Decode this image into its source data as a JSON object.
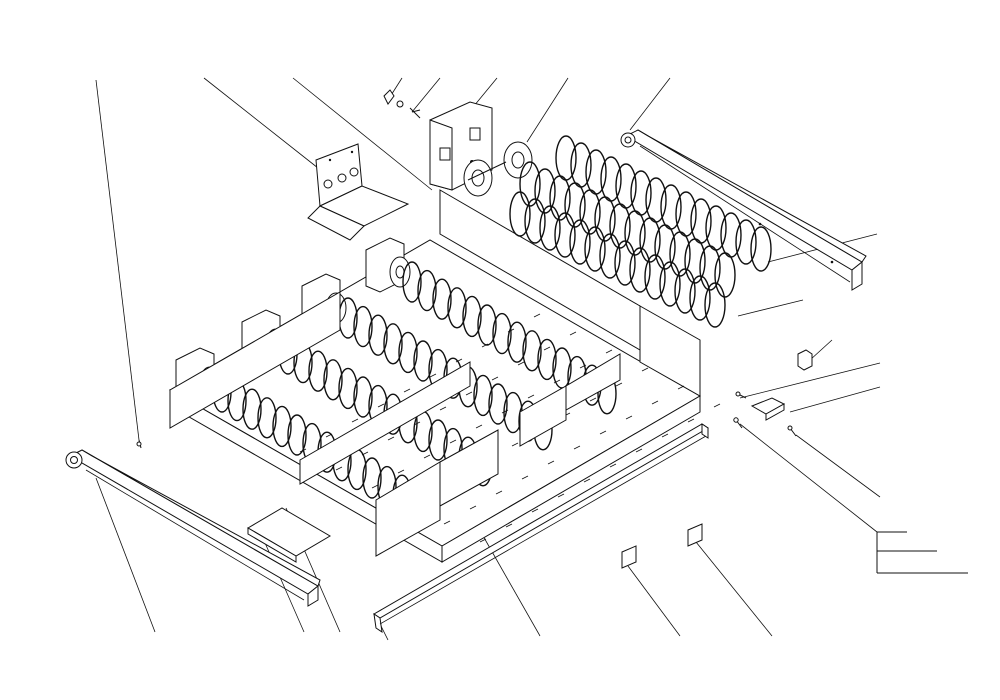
{
  "drawing": {
    "colors": {
      "line": "#111111",
      "background": "#ffffff"
    },
    "parts": [
      "left-rail",
      "right-rail",
      "front-rail",
      "motor-bracket",
      "motor-housing",
      "spiral-wheel",
      "spiral-coils",
      "tray-pan",
      "divider-walls",
      "label-tag-a",
      "label-tag-b",
      "clip-bracket",
      "pin-screw",
      "spring-screw",
      "screw-small"
    ]
  }
}
